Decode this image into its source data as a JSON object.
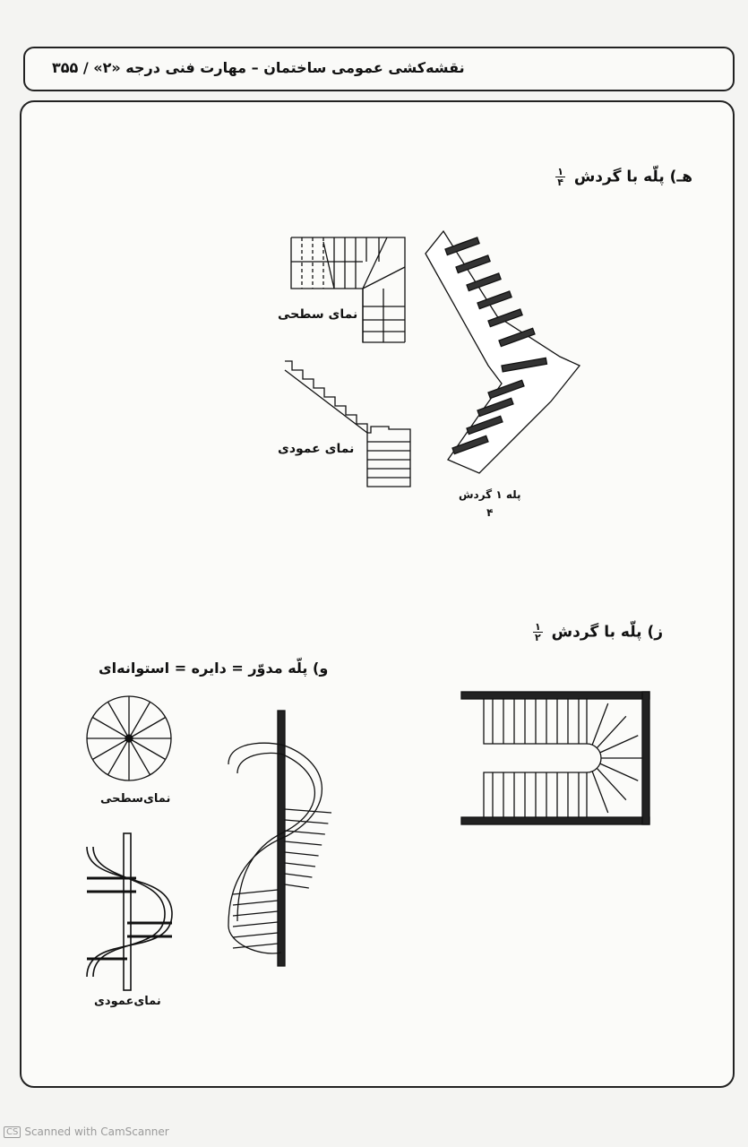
{
  "header": {
    "title": "نقشه‌کشی عمومی ساختمان – مهارت فنی درجه «۲» / ۳۵۵"
  },
  "section_h": {
    "title": "هـ) پلّه با گردش",
    "fraction_num": "۱",
    "fraction_den": "۴",
    "plan_label": "نمای سطحی",
    "elevation_label": "نمای عمودی",
    "iso_caption": "پله ۱ گردش",
    "iso_caption_den": "۴"
  },
  "section_z": {
    "title": "ز) پلّه با گردش",
    "fraction_num": "۱",
    "fraction_den": "۲"
  },
  "section_v": {
    "title": "و) پلّه مدوّر = دایره = استوانه‌ای",
    "plan_label": "نمای‌سطحی",
    "elevation_label": "نمای‌عمودی"
  },
  "footer": {
    "badge": "CS",
    "text": "Scanned with CamScanner"
  }
}
